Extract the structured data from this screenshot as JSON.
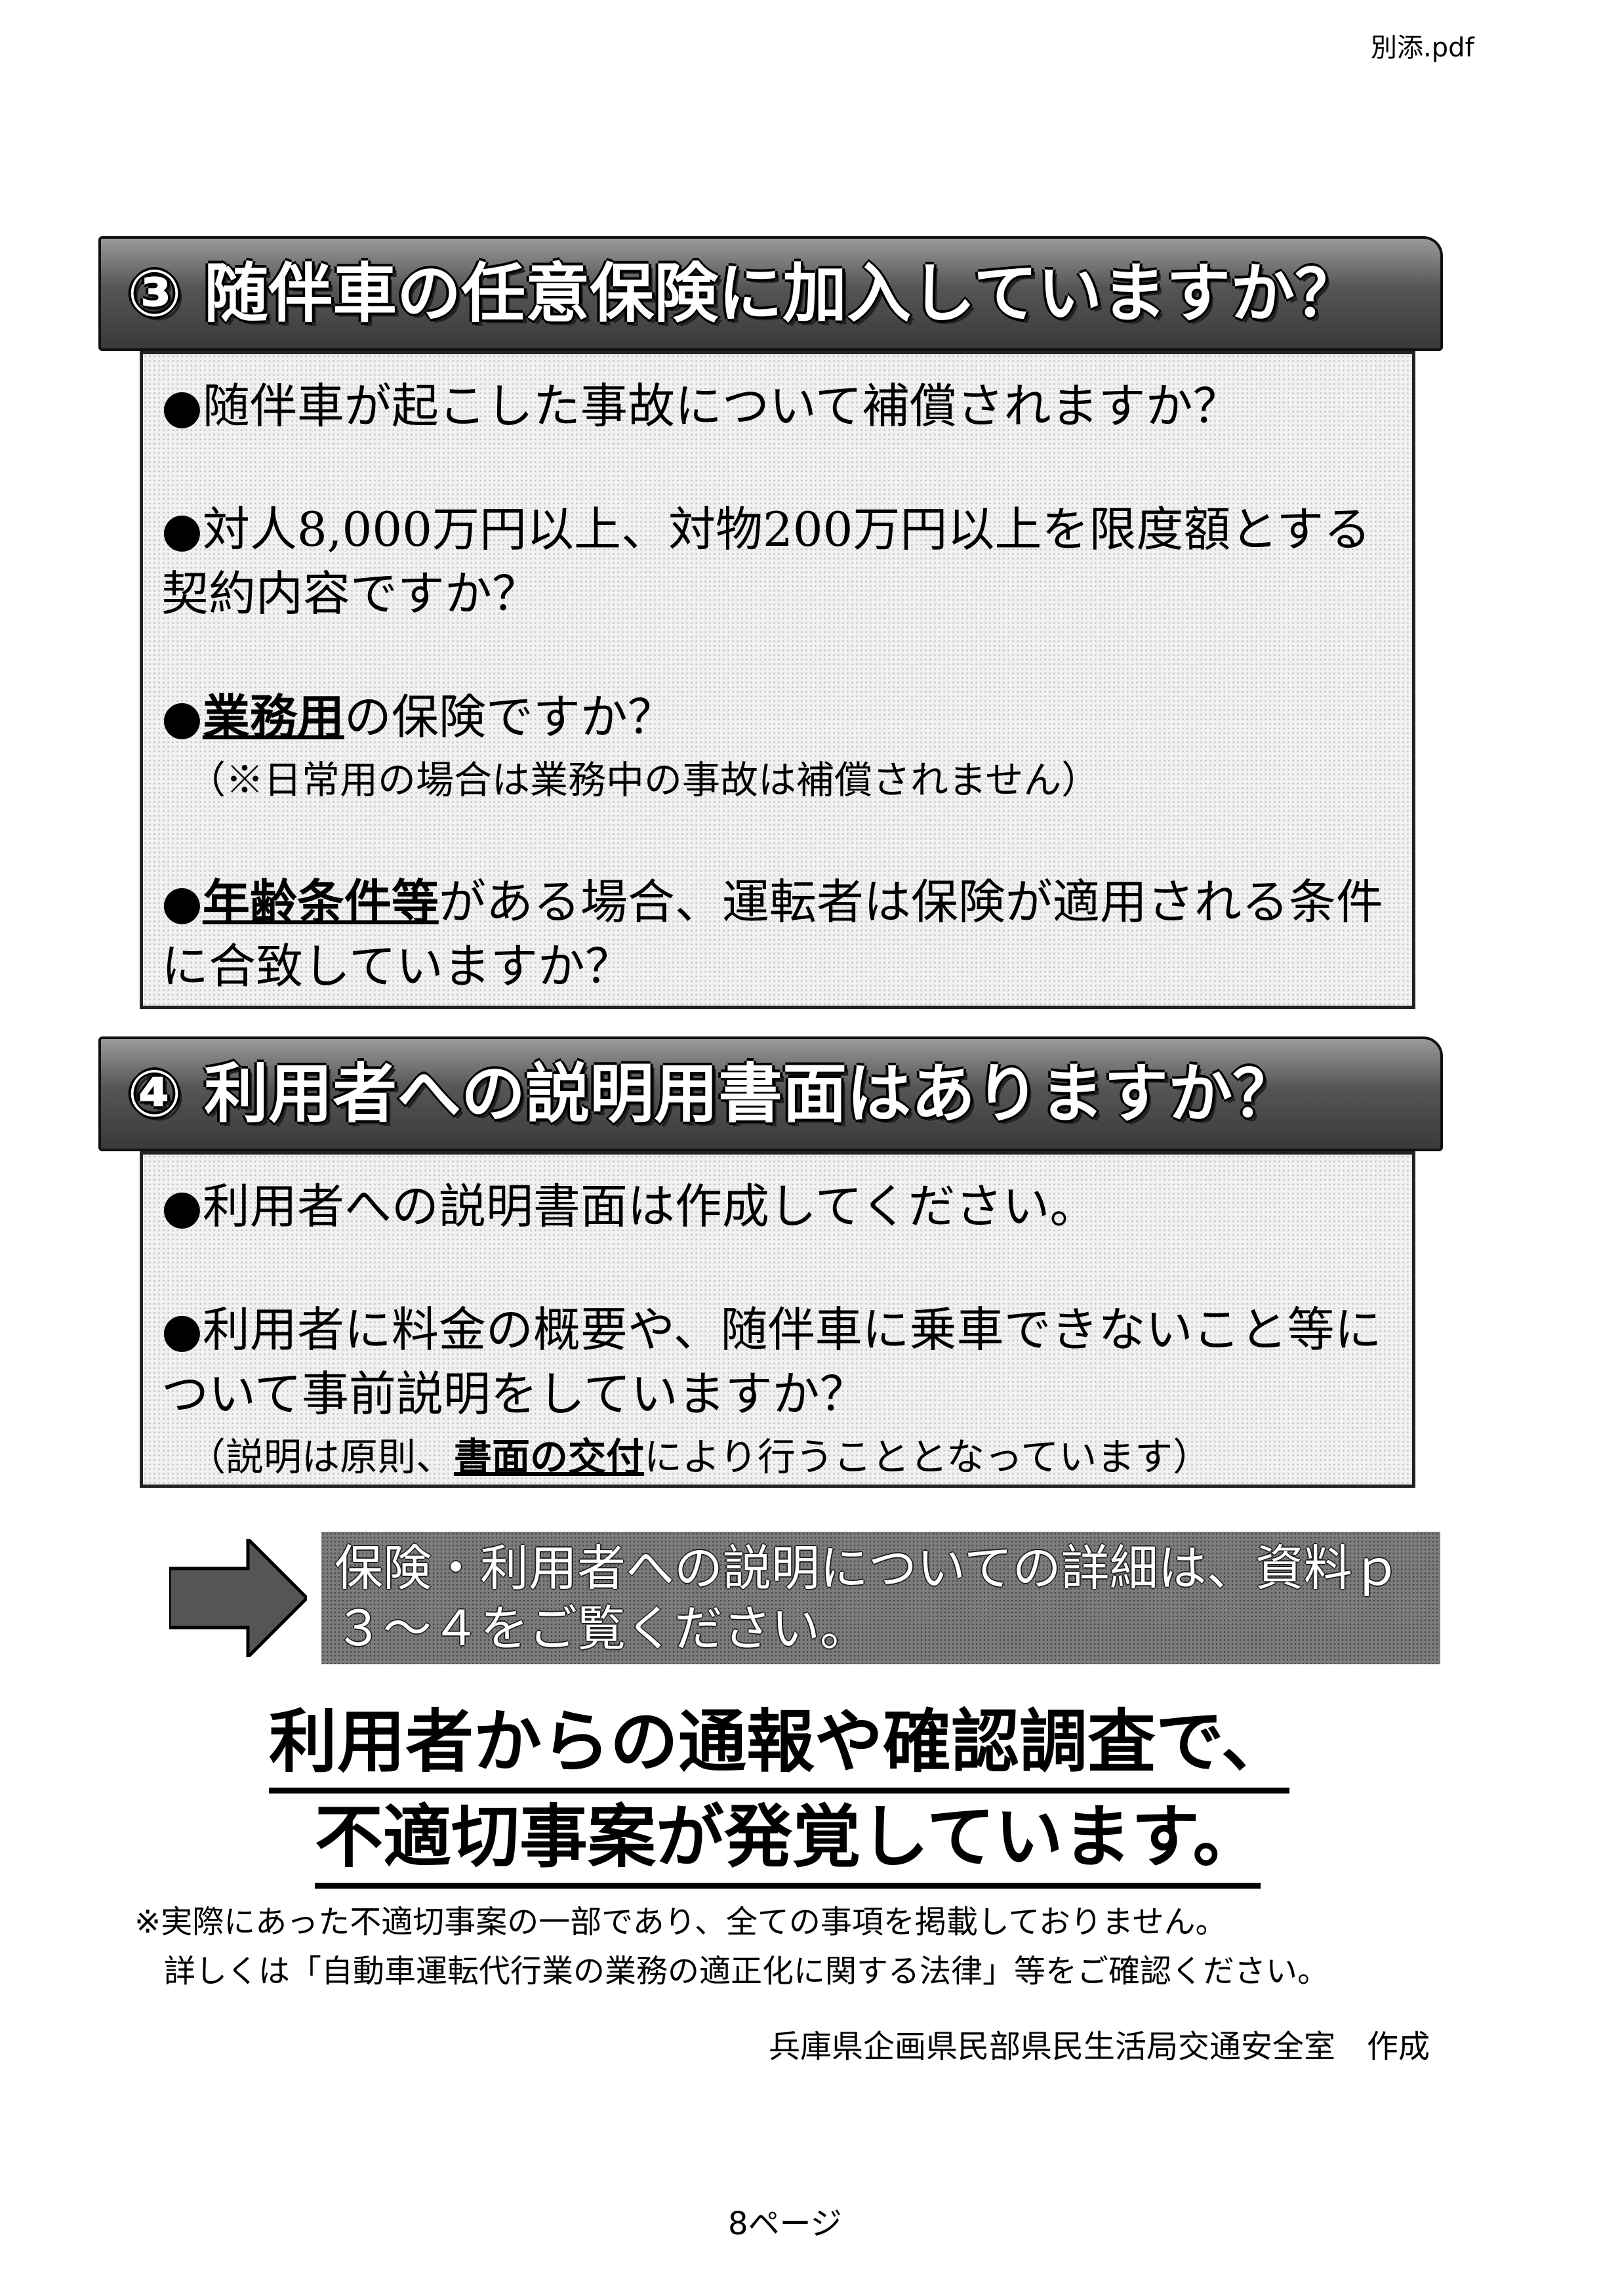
{
  "filename": "別添.pdf",
  "section3": {
    "title": "③ 随伴車の任意保険に加入していますか？",
    "items": [
      {
        "bullet": "●",
        "text": "随伴車が起こした事故について補償されますか？"
      },
      {
        "bullet": "●",
        "text": "対人8,000万円以上、対物200万円以上を限度額とする契約内容ですか？"
      },
      {
        "bullet": "●",
        "highlight": "業務用",
        "text": "の保険ですか？",
        "sub": "（※日常用の場合は業務中の事故は補償されません）"
      },
      {
        "bullet": "●",
        "highlight": "年齢条件等",
        "text": "がある場合、運転者は保険が適用される条件に合致していますか？"
      }
    ]
  },
  "section4": {
    "title": "④ 利用者への説明用書面はありますか？",
    "items": [
      {
        "bullet": "●",
        "text": "利用者への説明書面は作成してください。"
      },
      {
        "bullet": "●",
        "text": "利用者に料金の概要や、随伴車に乗車できないこと等について事前説明をしていますか？",
        "sub_pre": "（説明は原則、",
        "sub_highlight": "書面の交付",
        "sub_post": "により行うこととなっています）"
      }
    ]
  },
  "reference": "保険・利用者への説明についての詳細は、資料ｐ３～４をご覧ください。",
  "headline": {
    "line1": "利用者からの通報や確認調査で、",
    "line2": "不適切事案が発覚しています。"
  },
  "notes": {
    "line1": "※実際にあった不適切事案の一部であり、全ての事項を掲載しておりません。",
    "line2": "詳しくは「自動車運転代行業の業務の適正化に関する法律」等をご確認ください。"
  },
  "credit": "兵庫県企画県民部県民生活局交通安全室　作成",
  "page_label": "8ページ"
}
